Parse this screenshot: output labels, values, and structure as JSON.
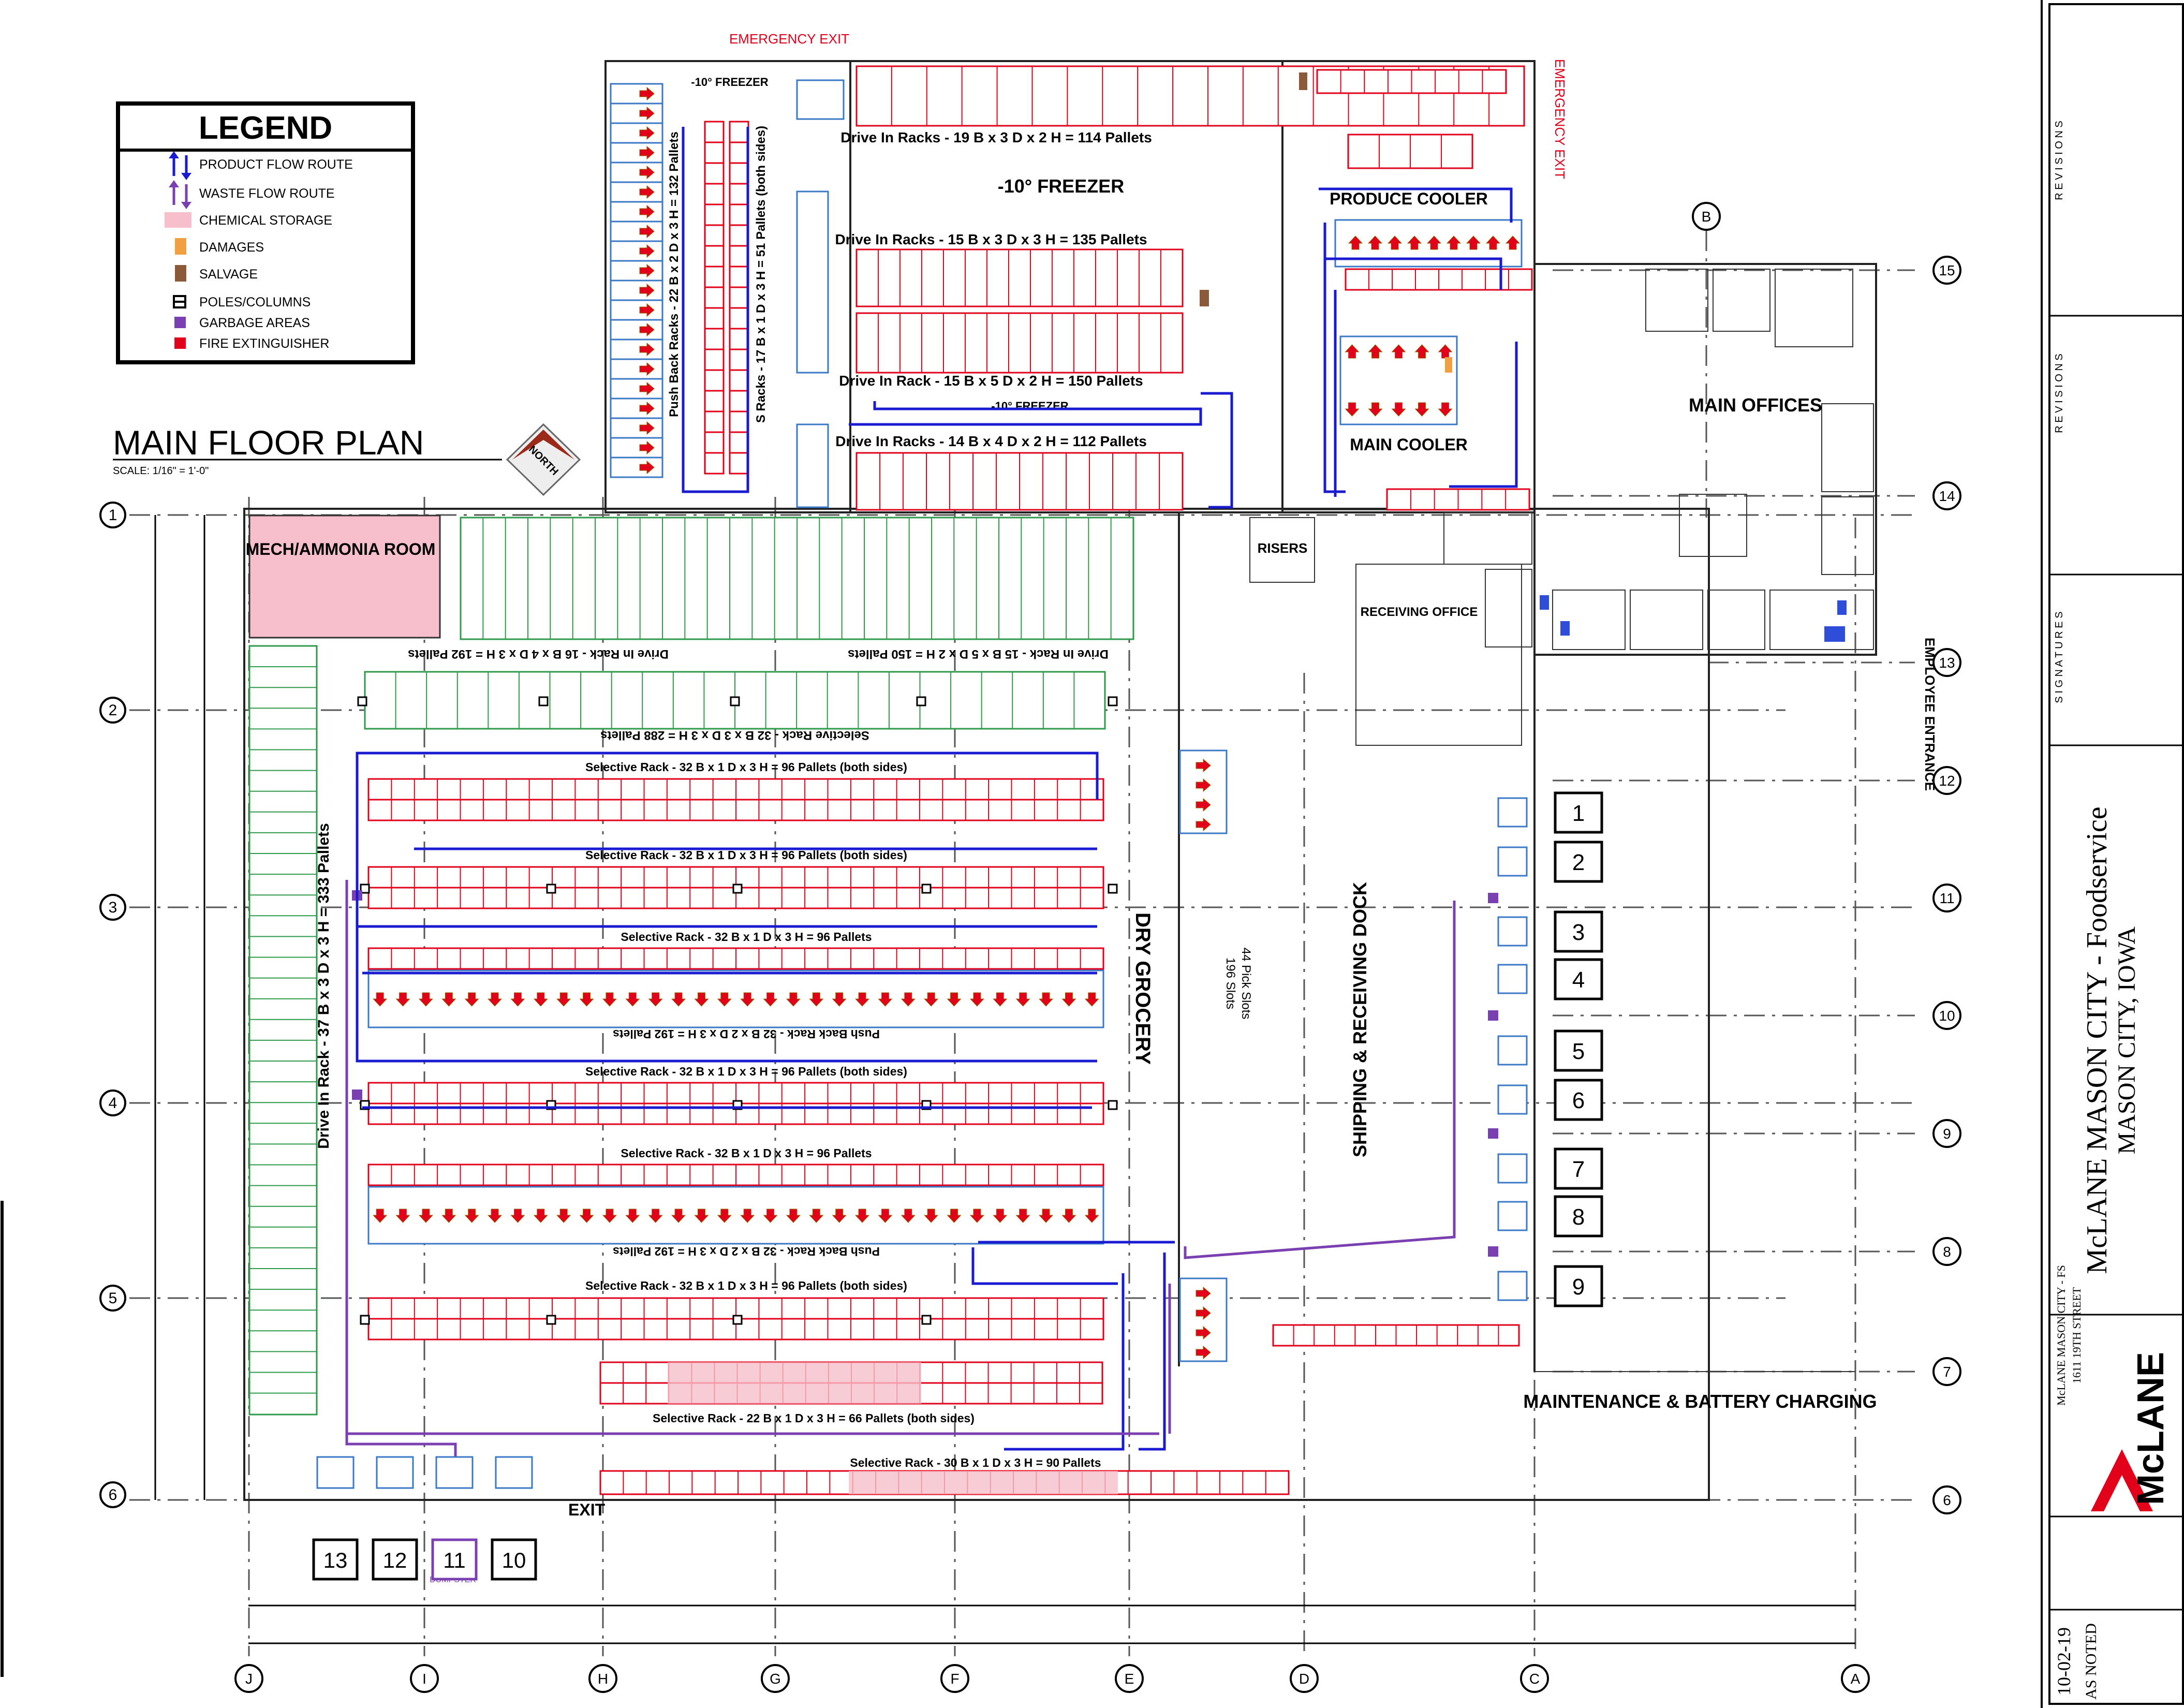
{
  "legend": {
    "title": "LEGEND",
    "items": [
      {
        "label": "PRODUCT FLOW ROUTE",
        "icon": "product-flow-arrows-icon",
        "color": "#1a1ad0"
      },
      {
        "label": "WASTE FLOW ROUTE",
        "icon": "waste-flow-arrows-icon",
        "color": "#7a3fb0"
      },
      {
        "label": "CHEMICAL STORAGE",
        "icon": "chemical-storage-swatch-icon",
        "color": "#f6bfcb"
      },
      {
        "label": "DAMAGES",
        "icon": "damages-swatch-icon",
        "color": "#f0a040"
      },
      {
        "label": "SALVAGE",
        "icon": "salvage-swatch-icon",
        "color": "#8a5a3a"
      },
      {
        "label": "POLES/COLUMNS",
        "icon": "pole-column-icon",
        "color": "#000000"
      },
      {
        "label": "GARBAGE AREAS",
        "icon": "garbage-area-swatch-icon",
        "color": "#7a3fb0"
      },
      {
        "label": "FIRE EXTINGUISHER",
        "icon": "fire-extinguisher-swatch-icon",
        "color": "#e3001b"
      }
    ]
  },
  "plan_title": "MAIN FLOOR PLAN",
  "scale": "SCALE: 1/16\" = 1'-0\"",
  "north_label": "NORTH",
  "freezer": {
    "emergency_exit_top": "EMERGENCY EXIT",
    "emergency_exit_side": "EMERGENCY EXIT",
    "small_title": "-10° FREEZER",
    "title": "-10° FREEZER",
    "corridor_label": "-10° FREEZER",
    "push_back": "Push Back Racks - 22 B x 2 D x 3 H = 132 Pallets",
    "s_racks": "S Racks - 17 B x 1 D x 3 H = 51 Pallets (both sides)",
    "racks": [
      "Drive In Racks - 19 B x 3 D x 2 H = 114 Pallets",
      "Drive In Racks - 15 B x 3 D x 3 H = 135 Pallets",
      "Drive In Rack - 15 B x 5 D x 2 H = 150 Pallets",
      "Drive In Racks - 14 B x 4 D x 2 H = 112 Pallets"
    ]
  },
  "coolers": {
    "produce": "PRODUCE COOLER",
    "main": "MAIN COOLER"
  },
  "rooms": {
    "mech": "MECH/AMMONIA ROOM",
    "risers": "RISERS",
    "receiving_office": "RECEIVING OFFICE",
    "main_offices": "MAIN OFFICES",
    "employee_entrance": "EMPLOYEE ENTRANCE",
    "maintenance": "MAINTENANCE & BATTERY CHARGING",
    "dry_grocery": "DRY GROCERY",
    "pick_slots": "44 Pick Slots",
    "slots": "196 Slots",
    "shipping": "SHIPPING & RECEIVING DOCK",
    "exit": "EXIT",
    "dumpster": "DUMPSTER"
  },
  "dry_racks": {
    "drive_in_left": "Drive In Rack - 37 B x 3 D x 3 H = 333 Pallets",
    "drive_in_top_a": "Drive In Rack - 16 B x 4 D x 3 H = 192 Pallets",
    "drive_in_top_b": "Drive In Rack - 15 B x 5 D x 2 H = 150 Pallets",
    "selective_top": "Selective Rack - 32 B x 3 D x 3 H = 288 Pallets",
    "rows": [
      "Selective Rack - 32 B x 1 D x 3 H = 96 Pallets (both sides)",
      "Selective Rack - 32 B x 1 D x 3 H = 96 Pallets (both sides)",
      "Selective Rack - 32 B x 1 D x 3 H = 96 Pallets",
      "Push Back Rack - 32 B x 2 D x 3 H = 192 Pallets",
      "Selective Rack - 32 B x 1 D x 3 H = 96 Pallets (both sides)",
      "Selective Rack - 32 B x 1 D x 3 H = 96 Pallets",
      "Push Back Rack - 32 B x 2 D x 3 H = 192 Pallets",
      "Selective Rack - 32 B x 1 D x 3 H = 96 Pallets (both sides)",
      "Selective Rack - 22 B x 1 D x 3 H = 66 Pallets (both sides)",
      "Selective Rack - 30 B x 1 D x 3 H = 90 Pallets"
    ]
  },
  "docks": [
    "1",
    "2",
    "3",
    "4",
    "5",
    "6",
    "7",
    "8",
    "9"
  ],
  "docks_bottom": [
    "13",
    "12",
    "11",
    "10"
  ],
  "grid_rows": [
    "1",
    "2",
    "3",
    "4",
    "5",
    "6"
  ],
  "grid_rows_right": [
    "15",
    "14",
    "13",
    "12",
    "11",
    "10",
    "9",
    "8",
    "7",
    "6"
  ],
  "grid_cols": [
    "J",
    "I",
    "H",
    "G",
    "F",
    "E",
    "D",
    "C",
    "A"
  ],
  "grid_col_b": "B",
  "title_block": {
    "revisions": "R E V I S I O N S",
    "revisions2": "R E V I S I O N S",
    "signatures": "S I G N A T U R E S",
    "project": "McLANE MASON CITY - Foodservice",
    "city": "MASON CITY, IOWA",
    "sheet_short": "McLANE MASON CITY - FS",
    "street": "1611 19TH STREET",
    "brand": "McLANE",
    "date": "10-02-19",
    "scale": "AS NOTED"
  }
}
